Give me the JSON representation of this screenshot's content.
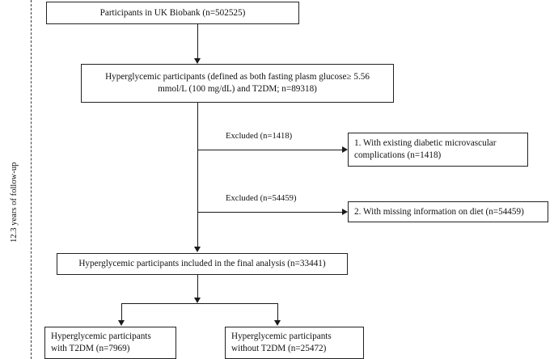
{
  "figure": {
    "type": "flowchart",
    "kind": "participant-selection-flow-diagram"
  },
  "follow_up_axis": {
    "label": "12.3  years of follow-up"
  },
  "nodes": {
    "source_cohort": {
      "line1": "Participants in UK Biobank (n=502525)"
    },
    "hyperglycemic_cohort": {
      "line1": "Hyperglycemic  participants (defined as both fasting plasm glucose≥ 5.56",
      "line2": "mmol/L  (100  mg/dL) and T2DM; n=89318)"
    },
    "final_analysis": {
      "line1": "Hyperglycemic  participants included in the final  analysis (n=33441)"
    },
    "with_t2dm": {
      "line1": "Hyperglycemic  participants",
      "line2": "with T2DM (n=7969)"
    },
    "without_t2dm": {
      "line1": "Hyperglycemic  participants",
      "line2": "without T2DM (n=25472)"
    }
  },
  "exclusions": [
    {
      "label": "Excluded  (n=1418)",
      "box_line1": "1. With existing  diabetic microvascular",
      "box_line2": "complications (n=1418)"
    },
    {
      "label": "Excluded  (n=54459)",
      "box_line1": "2. With missing  information  on diet (n=54459)",
      "box_line2": ""
    }
  ],
  "colors": {
    "stroke": "#1a1a1a",
    "box_border": "#222222",
    "background": "#ffffff",
    "text": "#111111"
  }
}
